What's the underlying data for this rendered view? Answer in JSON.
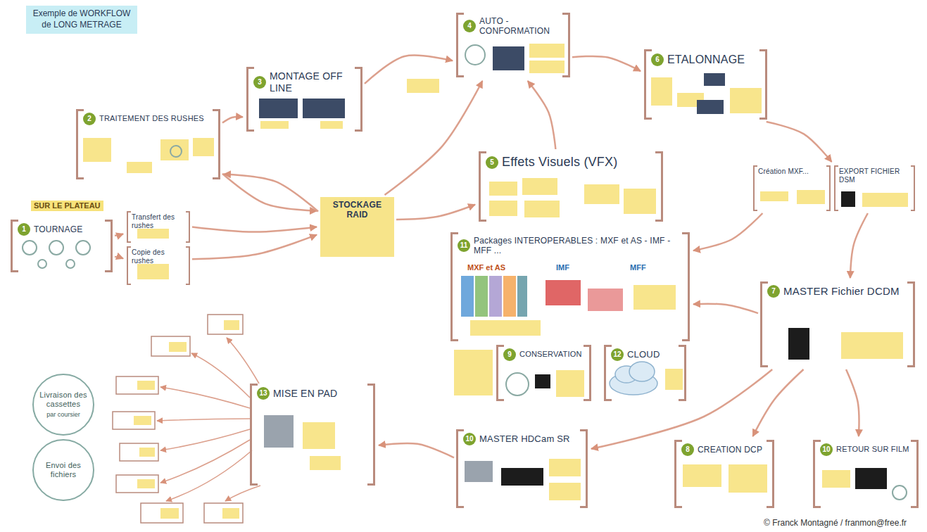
{
  "diagram": {
    "title": "Exemple de WORKFLOW de LONG METRAGE",
    "caption": "© Franck Montagné / franmon@free.fr",
    "nodes": [
      {
        "text": [
          "1",
          "TOURNAGE"
        ]
      },
      {
        "text": [
          "Transfert des rushes"
        ]
      },
      {
        "text": [
          "Copie des rushes"
        ]
      },
      {
        "text": [
          "2",
          "TRAITEMENT DES RUSHES"
        ]
      },
      {
        "text": [
          "3",
          "MONTAGE OFF LINE"
        ]
      },
      {
        "text": [
          "STOCKAGE RAID"
        ]
      },
      {
        "text": [
          "4",
          "AUTO - CONFORMATION"
        ]
      },
      {
        "text": [
          "5",
          "Effets Visuels (VFX)"
        ]
      },
      {
        "text": [
          "6",
          "ETALONNAGE"
        ]
      },
      {
        "text": [
          "Création MXF..."
        ]
      },
      {
        "text": [
          "EXPORT FICHIER DSM"
        ]
      },
      {
        "text": [
          "7",
          "MASTER Fichier DCDM"
        ]
      },
      {
        "text": [
          "11",
          "Packages INTEROPERABLES : MXF et AS - IMF - MFF ..."
        ]
      },
      {
        "text": [
          "9",
          "CONSERVATION"
        ]
      },
      {
        "text": [
          "12",
          "CLOUD"
        ]
      },
      {
        "text": [
          "10",
          "MASTER HDCam SR"
        ]
      },
      {
        "text": [
          "8",
          "CREATION DCP"
        ]
      },
      {
        "text": [
          "10",
          "RETOUR SUR FILM"
        ]
      },
      {
        "text": [
          "13",
          "MISE EN PAD"
        ]
      },
      {
        "text": [
          "Livraison des cassettes",
          "par coursier"
        ]
      },
      {
        "text": [
          "Envoi des fichiers"
        ]
      }
    ],
    "edges": [
      {
        "from": 0,
        "to": 1,
        "arrow": "to"
      },
      {
        "from": 0,
        "to": 2,
        "arrow": "to"
      },
      {
        "from": 1,
        "to": 5,
        "arrow": "to"
      },
      {
        "from": 2,
        "to": 5,
        "arrow": "to"
      },
      {
        "from": 3,
        "to": 5,
        "arrow": "to"
      },
      {
        "from": 5,
        "to": 3,
        "arrow": "to"
      },
      {
        "from": 3,
        "to": 4,
        "arrow": "to"
      },
      {
        "from": 4,
        "to": 6,
        "arrow": "to"
      },
      {
        "from": 5,
        "to": 6,
        "arrow": "to"
      },
      {
        "from": 5,
        "to": 7,
        "arrow": "to"
      },
      {
        "from": 7,
        "to": 6,
        "arrow": "to"
      },
      {
        "from": 6,
        "to": 8,
        "arrow": "to"
      },
      {
        "from": 8,
        "to": 10,
        "arrow": "to"
      },
      {
        "from": 9,
        "to": 12,
        "arrow": "to"
      },
      {
        "from": 10,
        "to": 11,
        "arrow": "to"
      },
      {
        "from": 11,
        "to": 12,
        "arrow": "to"
      },
      {
        "from": 11,
        "to": 15,
        "arrow": "to"
      },
      {
        "from": 11,
        "to": 16,
        "arrow": "to"
      },
      {
        "from": 11,
        "to": 17,
        "arrow": "to"
      },
      {
        "from": 15,
        "to": 18,
        "arrow": "to"
      }
    ],
    "labels": [
      "SUR LE PLATEAU",
      "MXF et AS",
      "IMF",
      "MFF"
    ]
  }
}
